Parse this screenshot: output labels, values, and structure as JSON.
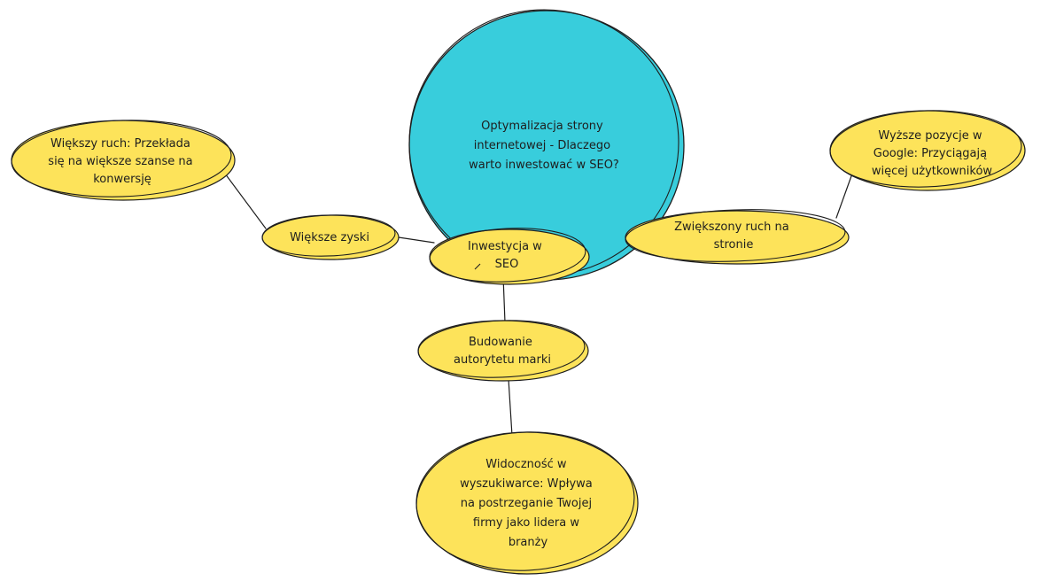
{
  "colors": {
    "main_fill": "#38cddc",
    "node_fill": "#fde35a",
    "stroke": "#1e1e1e"
  },
  "main_topic": [
    "Optymalizacja strony",
    "internetowej - Dlaczego",
    "warto inwestować w SEO?"
  ],
  "nodes": {
    "invest": [
      "Inwestycja w",
      "SEO"
    ],
    "profits": [
      "Większe zyski"
    ],
    "traffic_more": [
      "Większy ruch: Przekłada",
      "się na większe szanse na",
      "konwersję"
    ],
    "traffic_site": [
      "Zwiększony ruch na",
      "stronie"
    ],
    "positions": [
      "Wyższe pozycje w",
      "Google: Przyciągają",
      "więcej użytkowników"
    ],
    "brand": [
      "Budowanie",
      "autorytetu marki"
    ],
    "visibility": [
      "Widoczność w",
      "wyszukiwarce: Wpływa",
      "na postrzeganie Twojej",
      "firmy jako lidera w",
      "branży"
    ]
  }
}
